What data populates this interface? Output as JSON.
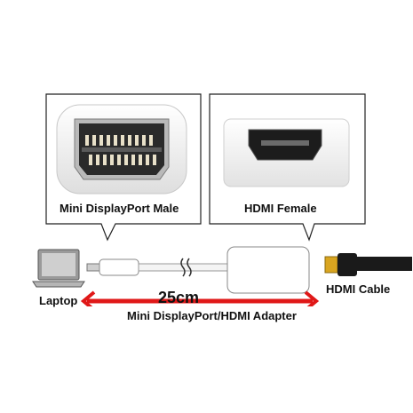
{
  "labels": {
    "left_connector": "Mini DisplayPort Male",
    "right_connector": "HDMI Female",
    "laptop": "Laptop",
    "hdmi_cable": "HDMI Cable",
    "length": "25cm",
    "adapter": "Mini DisplayPort/HDMI Adapter"
  },
  "colors": {
    "arrow": "#e01818",
    "frame": "#222222",
    "cable_black": "#1a1a1a",
    "gold": "#d9a520"
  }
}
